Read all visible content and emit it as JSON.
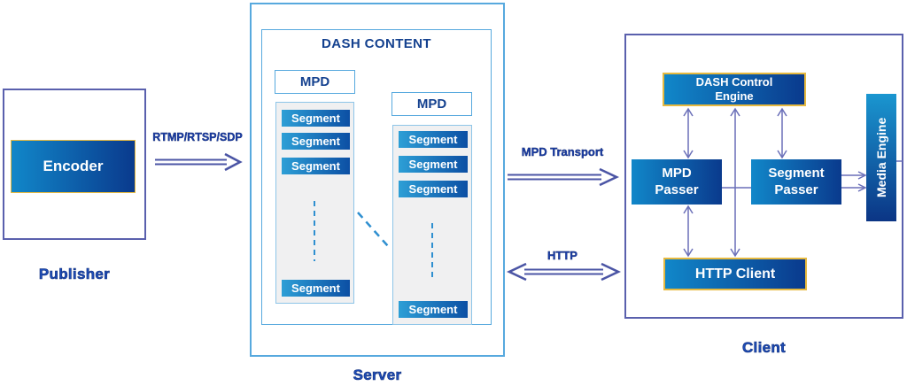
{
  "publisher": {
    "label": "Publisher",
    "encoder": "Encoder"
  },
  "flows": {
    "rtmp": {
      "label": "RTMP/RTSP/SDP"
    },
    "mpd_transport": {
      "label": "MPD Transport"
    },
    "http": {
      "label": "HTTP"
    }
  },
  "server": {
    "label": "Server",
    "title": "DASH CONTENT",
    "columns": [
      {
        "mpd": "MPD",
        "segments": [
          "Segment",
          "Segment",
          "Segment"
        ],
        "bottom_segment": "Segment"
      },
      {
        "mpd": "MPD",
        "segments": [
          "Segment",
          "Segment",
          "Segment"
        ],
        "bottom_segment": "Segment"
      }
    ]
  },
  "client": {
    "label": "Client",
    "dash_control_engine": "DASH Control Engine",
    "mpd_passer": "MPD Passer",
    "segment_passer": "Segment Passer",
    "http_client": "HTTP Client",
    "media_engine": "Media Engine"
  },
  "colors": {
    "box_gradient_start": "#1187c9",
    "box_gradient_end": "#0a3a8d",
    "segment_gradient_start": "#2d9fd6",
    "segment_gradient_end": "#0c4fa4",
    "gold_border": "#e6b93f",
    "purple_border": "#5a60ad",
    "light_blue_border": "#57a9de",
    "arrow_purple": "#4b55a5",
    "dashed_blue": "#2e8fd0",
    "dark_text_blue": "#14418f",
    "label_blue": "#1e4db8"
  }
}
